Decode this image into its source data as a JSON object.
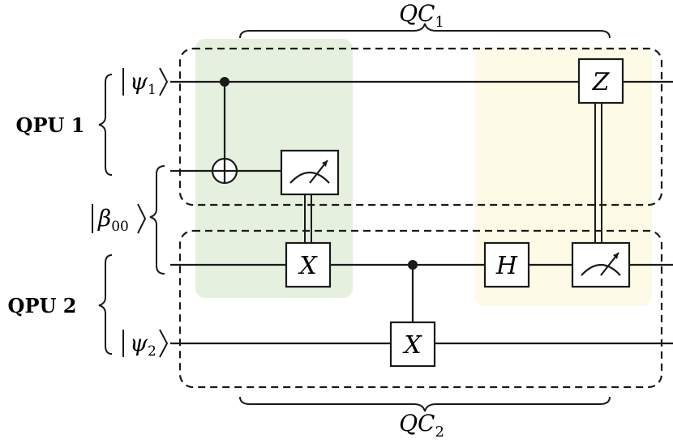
{
  "labels": {
    "qpu1": "QPU 1",
    "qpu2": "QPU 2",
    "qc1_base": "QC",
    "qc1_sub": "1",
    "qc2_base": "QC",
    "qc2_sub": "2"
  },
  "states": {
    "psi1_sym": "ψ",
    "psi1_sub": "1",
    "beta_sym": "β",
    "beta_sub": "00",
    "psi2_sym": "ψ",
    "psi2_sub": "2"
  },
  "gates": {
    "x_top": "X",
    "x_bottom": "X",
    "h": "H",
    "z": "Z"
  },
  "colors": {
    "green_region": "#e6f0df",
    "yellow_region": "#fdfbe6"
  }
}
